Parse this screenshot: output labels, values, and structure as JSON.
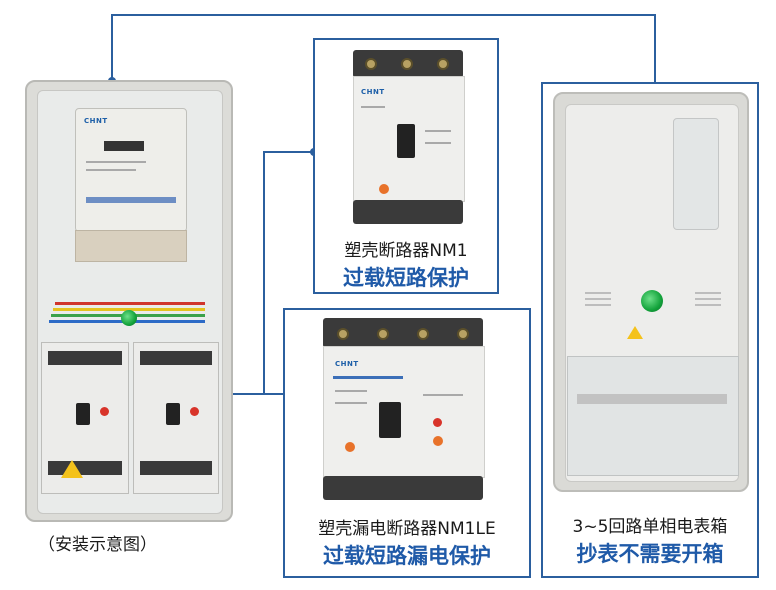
{
  "colors": {
    "accent": "#2b5f9e",
    "caption_blue": "#1f5aa8"
  },
  "install_caption": "（安装示意图）",
  "nm1_panel": {
    "brand": "CHNT",
    "title": "塑壳断路器NM1",
    "subtitle": "过载短路保护"
  },
  "nm1le_panel": {
    "brand": "CHNT",
    "title": "塑壳漏电断路器NM1LE",
    "subtitle": "过载短路漏电保护"
  },
  "meterbox_panel": {
    "title": "3~5回路单相电表箱",
    "subtitle": "抄表不需要开箱"
  },
  "meter_brand": "CHNT",
  "icons": [
    "warning-icon",
    "green-indicator-button"
  ]
}
